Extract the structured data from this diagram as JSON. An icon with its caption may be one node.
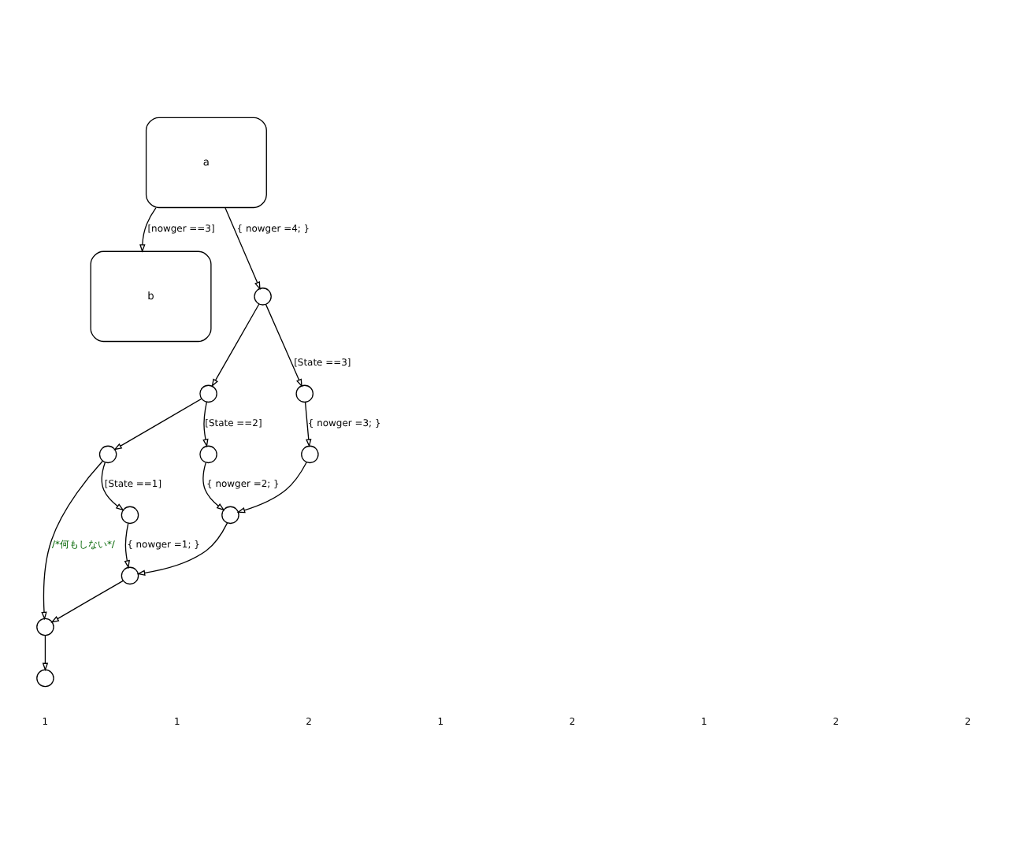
{
  "diagram": {
    "nodes": [
      {
        "text": [
          "a"
        ]
      },
      {
        "text": [
          "b"
        ]
      },
      {
        "text": [],
        "shape": "circle"
      },
      {
        "text": [],
        "shape": "circle"
      },
      {
        "text": [],
        "shape": "circle"
      },
      {
        "text": [],
        "shape": "circle"
      },
      {
        "text": [],
        "shape": "circle"
      },
      {
        "text": [],
        "shape": "circle"
      },
      {
        "text": [],
        "shape": "circle"
      },
      {
        "text": [],
        "shape": "circle"
      },
      {
        "text": [],
        "shape": "circle"
      },
      {
        "text": [],
        "shape": "circle"
      },
      {
        "text": [],
        "shape": "circle"
      }
    ],
    "edges": [
      {
        "from": 0,
        "to": 2,
        "arrow": "to",
        "label": "{ nowger =4; }"
      },
      {
        "from": 2,
        "to": 7,
        "arrow": "to",
        "label": "[State ==3]"
      },
      {
        "from": 2,
        "to": 3,
        "arrow": "to"
      },
      {
        "from": 3,
        "to": 6,
        "arrow": "to",
        "label": "[State ==2]"
      },
      {
        "from": 3,
        "to": 4,
        "arrow": "to"
      },
      {
        "from": 4,
        "to": 5,
        "arrow": "to",
        "label": "[State ==1]"
      },
      {
        "from": 4,
        "to": 11,
        "arrow": "to",
        "label": "/*何もしない*/"
      },
      {
        "from": 5,
        "to": 10,
        "arrow": "to",
        "label": "{ nowger =1; }"
      },
      {
        "from": 6,
        "to": 9,
        "arrow": "to",
        "label": "{ nowger =2; }"
      },
      {
        "from": 7,
        "to": 8,
        "arrow": "to",
        "label": "{ nowger =3; }"
      },
      {
        "from": 8,
        "to": 9,
        "arrow": "to"
      },
      {
        "from": 9,
        "to": 10,
        "arrow": "to"
      },
      {
        "from": 10,
        "to": 11,
        "arrow": "to"
      },
      {
        "from": 11,
        "to": 12,
        "arrow": "to"
      },
      {
        "from": 0,
        "to": 1,
        "arrow": "to",
        "label": "[nowger ==3]"
      }
    ],
    "labels": [
      "1",
      "1",
      "2",
      "1",
      "2",
      "1",
      "2",
      "2"
    ]
  }
}
